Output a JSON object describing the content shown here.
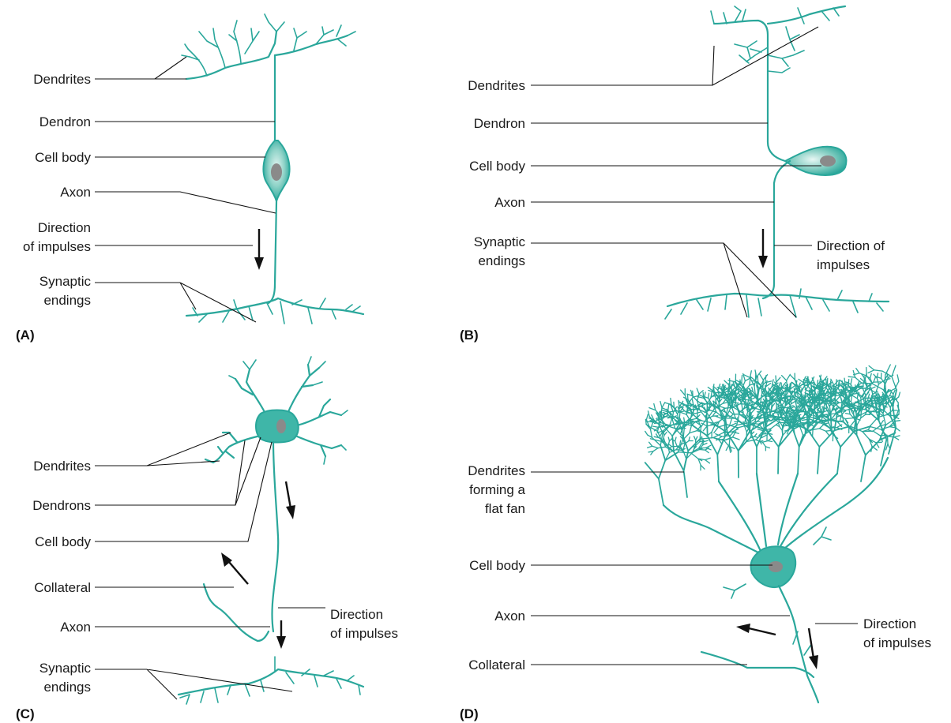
{
  "colors": {
    "neuron": "#2aa79b",
    "cell_body_light": "#c9ece6",
    "nucleus": "#8a8a8a",
    "leader": "#111111"
  },
  "panel_a": {
    "panel_label": "(A)",
    "dendrites": "Dendrites",
    "dendron": "Dendron",
    "cell_body": "Cell body",
    "axon": "Axon",
    "direction_line1": "Direction",
    "direction_line2": "of impulses",
    "synaptic_line1": "Synaptic",
    "synaptic_line2": "endings"
  },
  "panel_b": {
    "panel_label": "(B)",
    "dendrites": "Dendrites",
    "dendron": "Dendron",
    "cell_body": "Cell body",
    "axon": "Axon",
    "synaptic_line1": "Synaptic",
    "synaptic_line2": "endings",
    "direction_line1": "Direction of",
    "direction_line2": "impulses"
  },
  "panel_c": {
    "panel_label": "(C)",
    "dendrites": "Dendrites",
    "dendrons": "Dendrons",
    "cell_body": "Cell body",
    "collateral": "Collateral",
    "axon": "Axon",
    "direction_line1": "Direction",
    "direction_line2": "of impulses",
    "synaptic_line1": "Synaptic",
    "synaptic_line2": "endings"
  },
  "panel_d": {
    "panel_label": "(D)",
    "dendrites_line1": "Dendrites",
    "dendrites_line2": "forming a",
    "dendrites_line3": "flat fan",
    "cell_body": "Cell body",
    "axon": "Axon",
    "collateral": "Collateral",
    "direction_line1": "Direction",
    "direction_line2": "of impulses"
  }
}
